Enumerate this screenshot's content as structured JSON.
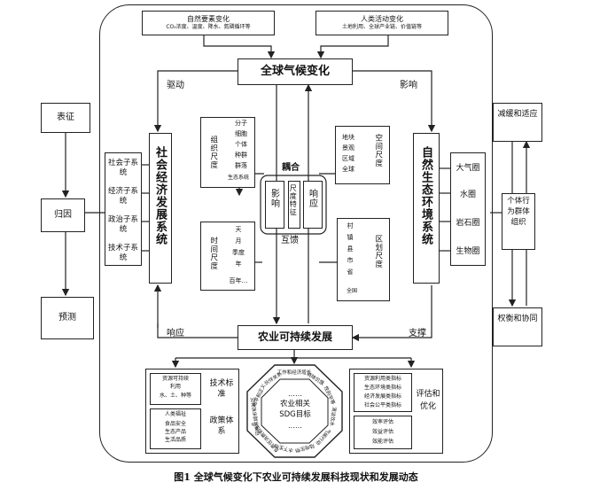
{
  "top_left": {
    "title": "自然要素变化",
    "subtitle": "CO₂浓度、温度、降水、氮磷循环等"
  },
  "top_right": {
    "title": "人类活动变化",
    "subtitle": "土地利用、全球产业链、价值链等"
  },
  "global_climate": "全球气候变化",
  "agri_sustain": "农业可持续发展",
  "labels": {
    "drive": "驱动",
    "impact": "影响",
    "response": "响应",
    "support": "支撑",
    "coupling": "耦合",
    "feedback": "互馈"
  },
  "left_chain": [
    "表征",
    "归因",
    "预测"
  ],
  "right_chain": [
    "减缓和适应",
    "权衡和协同"
  ],
  "right_actor": "个体行为群体组织",
  "socio_main": "社会经济发展系统",
  "socio_subs": [
    "社会子系统",
    "经济子系统",
    "政治子系统",
    "技术子系统"
  ],
  "eco_main": "自然生态环境系统",
  "eco_subs": [
    "大气圈",
    "水圈",
    "岩石圈",
    "生物圈"
  ],
  "impact_box": "影响",
  "response_box": "响应",
  "feature_box": "尺度特征",
  "org_scale": {
    "label": "组织尺度",
    "items": [
      "分子",
      "细胞",
      "个体",
      "种群",
      "群落",
      "生态系统"
    ]
  },
  "space_scale": {
    "label": "空间尺度",
    "items": [
      "地块",
      "景观",
      "区域",
      "全球"
    ]
  },
  "time_scale": {
    "label": "时间尺度",
    "items": [
      "天",
      "月",
      "季度",
      "年",
      "百年…"
    ]
  },
  "region_scale": {
    "label": "区划尺度",
    "items": [
      "村",
      "镇",
      "县",
      "市",
      "省",
      "全国"
    ]
  },
  "bottom_left": {
    "line1": "资源可持续",
    "line2": "利用",
    "line3": "水、土、种等",
    "line4": "人类福祉",
    "line5": "食品安全",
    "line6": "生态产品",
    "line7": "生活品质"
  },
  "bottom_left2": "技术标准",
  "bottom_left3": "政策体系",
  "sdg": {
    "dots1": "……",
    "title": "农业相关",
    "subtitle": "SDG目标",
    "dots2": "……"
  },
  "sdg_ring": [
    "工作和经济增长",
    "消除饥饿",
    "性别平等",
    "清洁饮水",
    "气候行动",
    "陆地生物",
    "水下生物",
    "负责任消费和生产",
    "可持续城市和社区",
    "和平和正义",
    "伙伴关系"
  ],
  "bottom_right": {
    "items": [
      "资源利用类指标",
      "生态环境类指标",
      "经济发展类指标",
      "社会公平类指标"
    ],
    "evals": [
      "效率评估",
      "效益评估",
      "效能评估"
    ],
    "side": "评估和优化"
  },
  "caption": "图1  全球气候变化下农业可持续发展科技现状和发展动态"
}
